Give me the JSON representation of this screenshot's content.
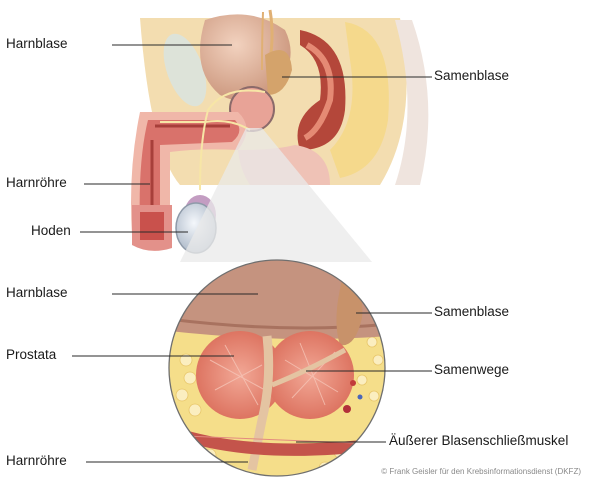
{
  "labels": {
    "harnblase_top": "Harnblase",
    "samenblase_top": "Samenblase",
    "harnroehre_top": "Harnröhre",
    "hoden": "Hoden",
    "harnblase_zoom": "Harnblase",
    "samenblase_zoom": "Samenblase",
    "prostata": "Prostata",
    "samenwege": "Samenwege",
    "schliessmuskel": "Äußerer Blasenschließmuskel",
    "harnroehre_zoom": "Harnröhre"
  },
  "credit": "© Frank Geisler für den Krebsinformationsdienst (DKFZ)"
}
